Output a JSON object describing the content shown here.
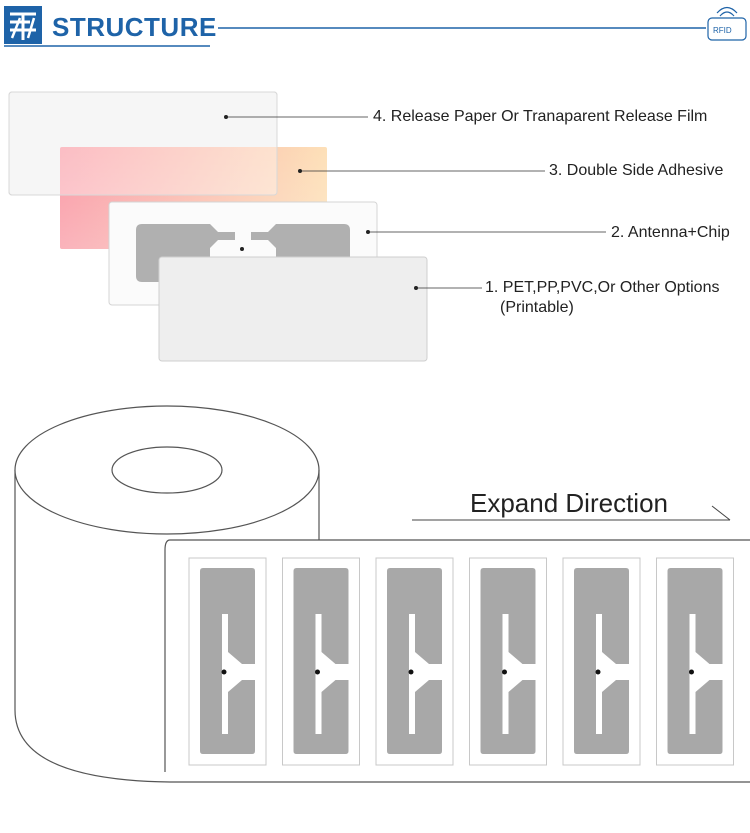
{
  "header": {
    "title": "STRUCTURE",
    "badge_text": "RFID"
  },
  "layers": [
    {
      "label": "4. Release Paper Or Tranaparent Release Film"
    },
    {
      "label": "3. Double Side Adhesive"
    },
    {
      "label": "2. Antenna+Chip"
    },
    {
      "label": "1. PET,PP,PVC,Or Other Options",
      "sublabel": "(Printable)"
    }
  ],
  "roll": {
    "expand_label": "Expand Direction",
    "tag_count": 6
  },
  "colors": {
    "accent": "#1e63a8",
    "antenna": "#a8a8a8",
    "adhesive_start": "#f9a0a8",
    "adhesive_end": "#fde0b8"
  }
}
